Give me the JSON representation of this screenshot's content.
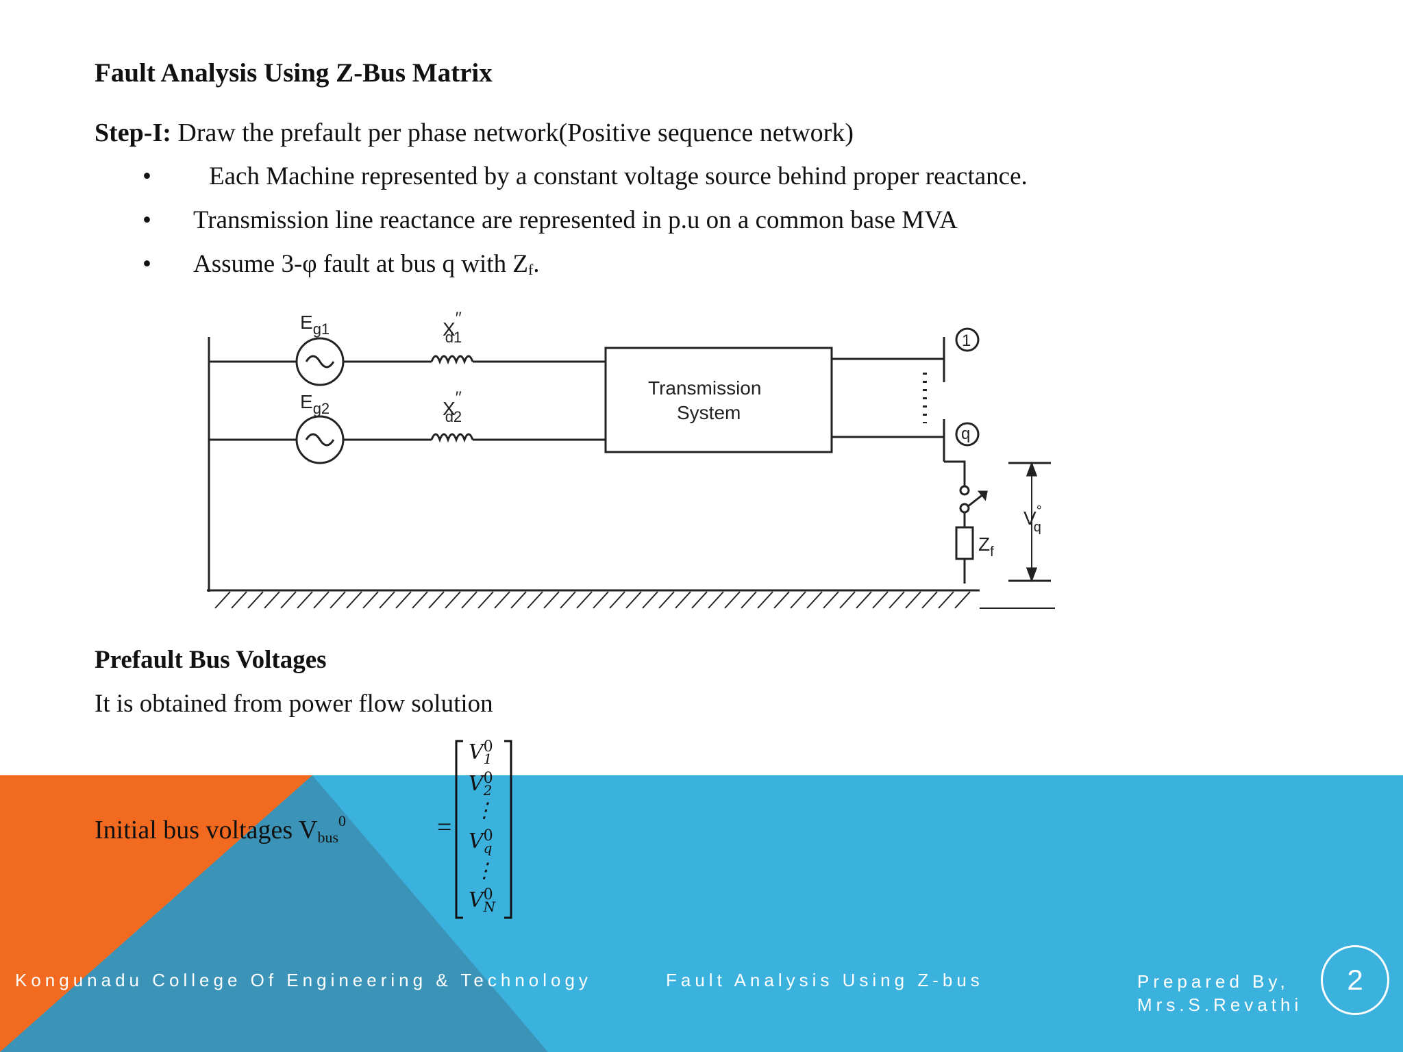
{
  "title": "Fault Analysis Using Z-Bus Matrix",
  "step": {
    "label": "Step-I:",
    "text": " Draw the prefault per phase network(Positive sequence network)"
  },
  "bullets": [
    "Each Machine represented by a constant voltage source behind proper reactance.",
    "Transmission line reactance are represented in p.u on a common base MVA",
    "Assume 3-φ fault at bus q with Z"
  ],
  "bullet_marker": "•",
  "bullet3_sub": "f",
  "bullet3_end": ".",
  "diagram": {
    "eg1": "E",
    "eg1_sub": "g1",
    "eg2": "E",
    "eg2_sub": "g2",
    "xd1": "X",
    "xd1_sub": "d1",
    "xd_prime": "′′",
    "xd2": "X",
    "xd2_sub": "d2",
    "box_line1": "Transmission",
    "box_line2": "System",
    "bus1": "1",
    "busq": "q",
    "zf": "Z",
    "zf_sub": "f",
    "vq": "V",
    "vq_sup": "°",
    "vq_sub": "q"
  },
  "section2": {
    "heading": "Prefault Bus Voltages",
    "text": "It is obtained from power flow solution"
  },
  "init": {
    "text": "Initial bus voltages V",
    "sub": "bus",
    "sup": "0",
    "equals": "="
  },
  "matrix": {
    "rows": [
      {
        "v": "V",
        "sub": "1",
        "sup": "0"
      },
      {
        "v": "V",
        "sub": "2",
        "sup": "0"
      },
      {
        "v": "⋮",
        "sub": "",
        "sup": ""
      },
      {
        "v": "V",
        "sub": "q",
        "sup": "0"
      },
      {
        "v": "⋮",
        "sub": "",
        "sup": ""
      },
      {
        "v": "V",
        "sub": "N",
        "sup": "0"
      }
    ]
  },
  "footer": {
    "college": "Kongunadu College Of Engineering & Technology",
    "topic": "Fault Analysis Using Z-bus",
    "prepared_line1": "Prepared By,",
    "prepared_line2": "Mrs.S.Revathi",
    "page": "2"
  },
  "colors": {
    "orange": "#f26a1f",
    "blue": "#3bb1de",
    "teal": "#3b93b8"
  }
}
